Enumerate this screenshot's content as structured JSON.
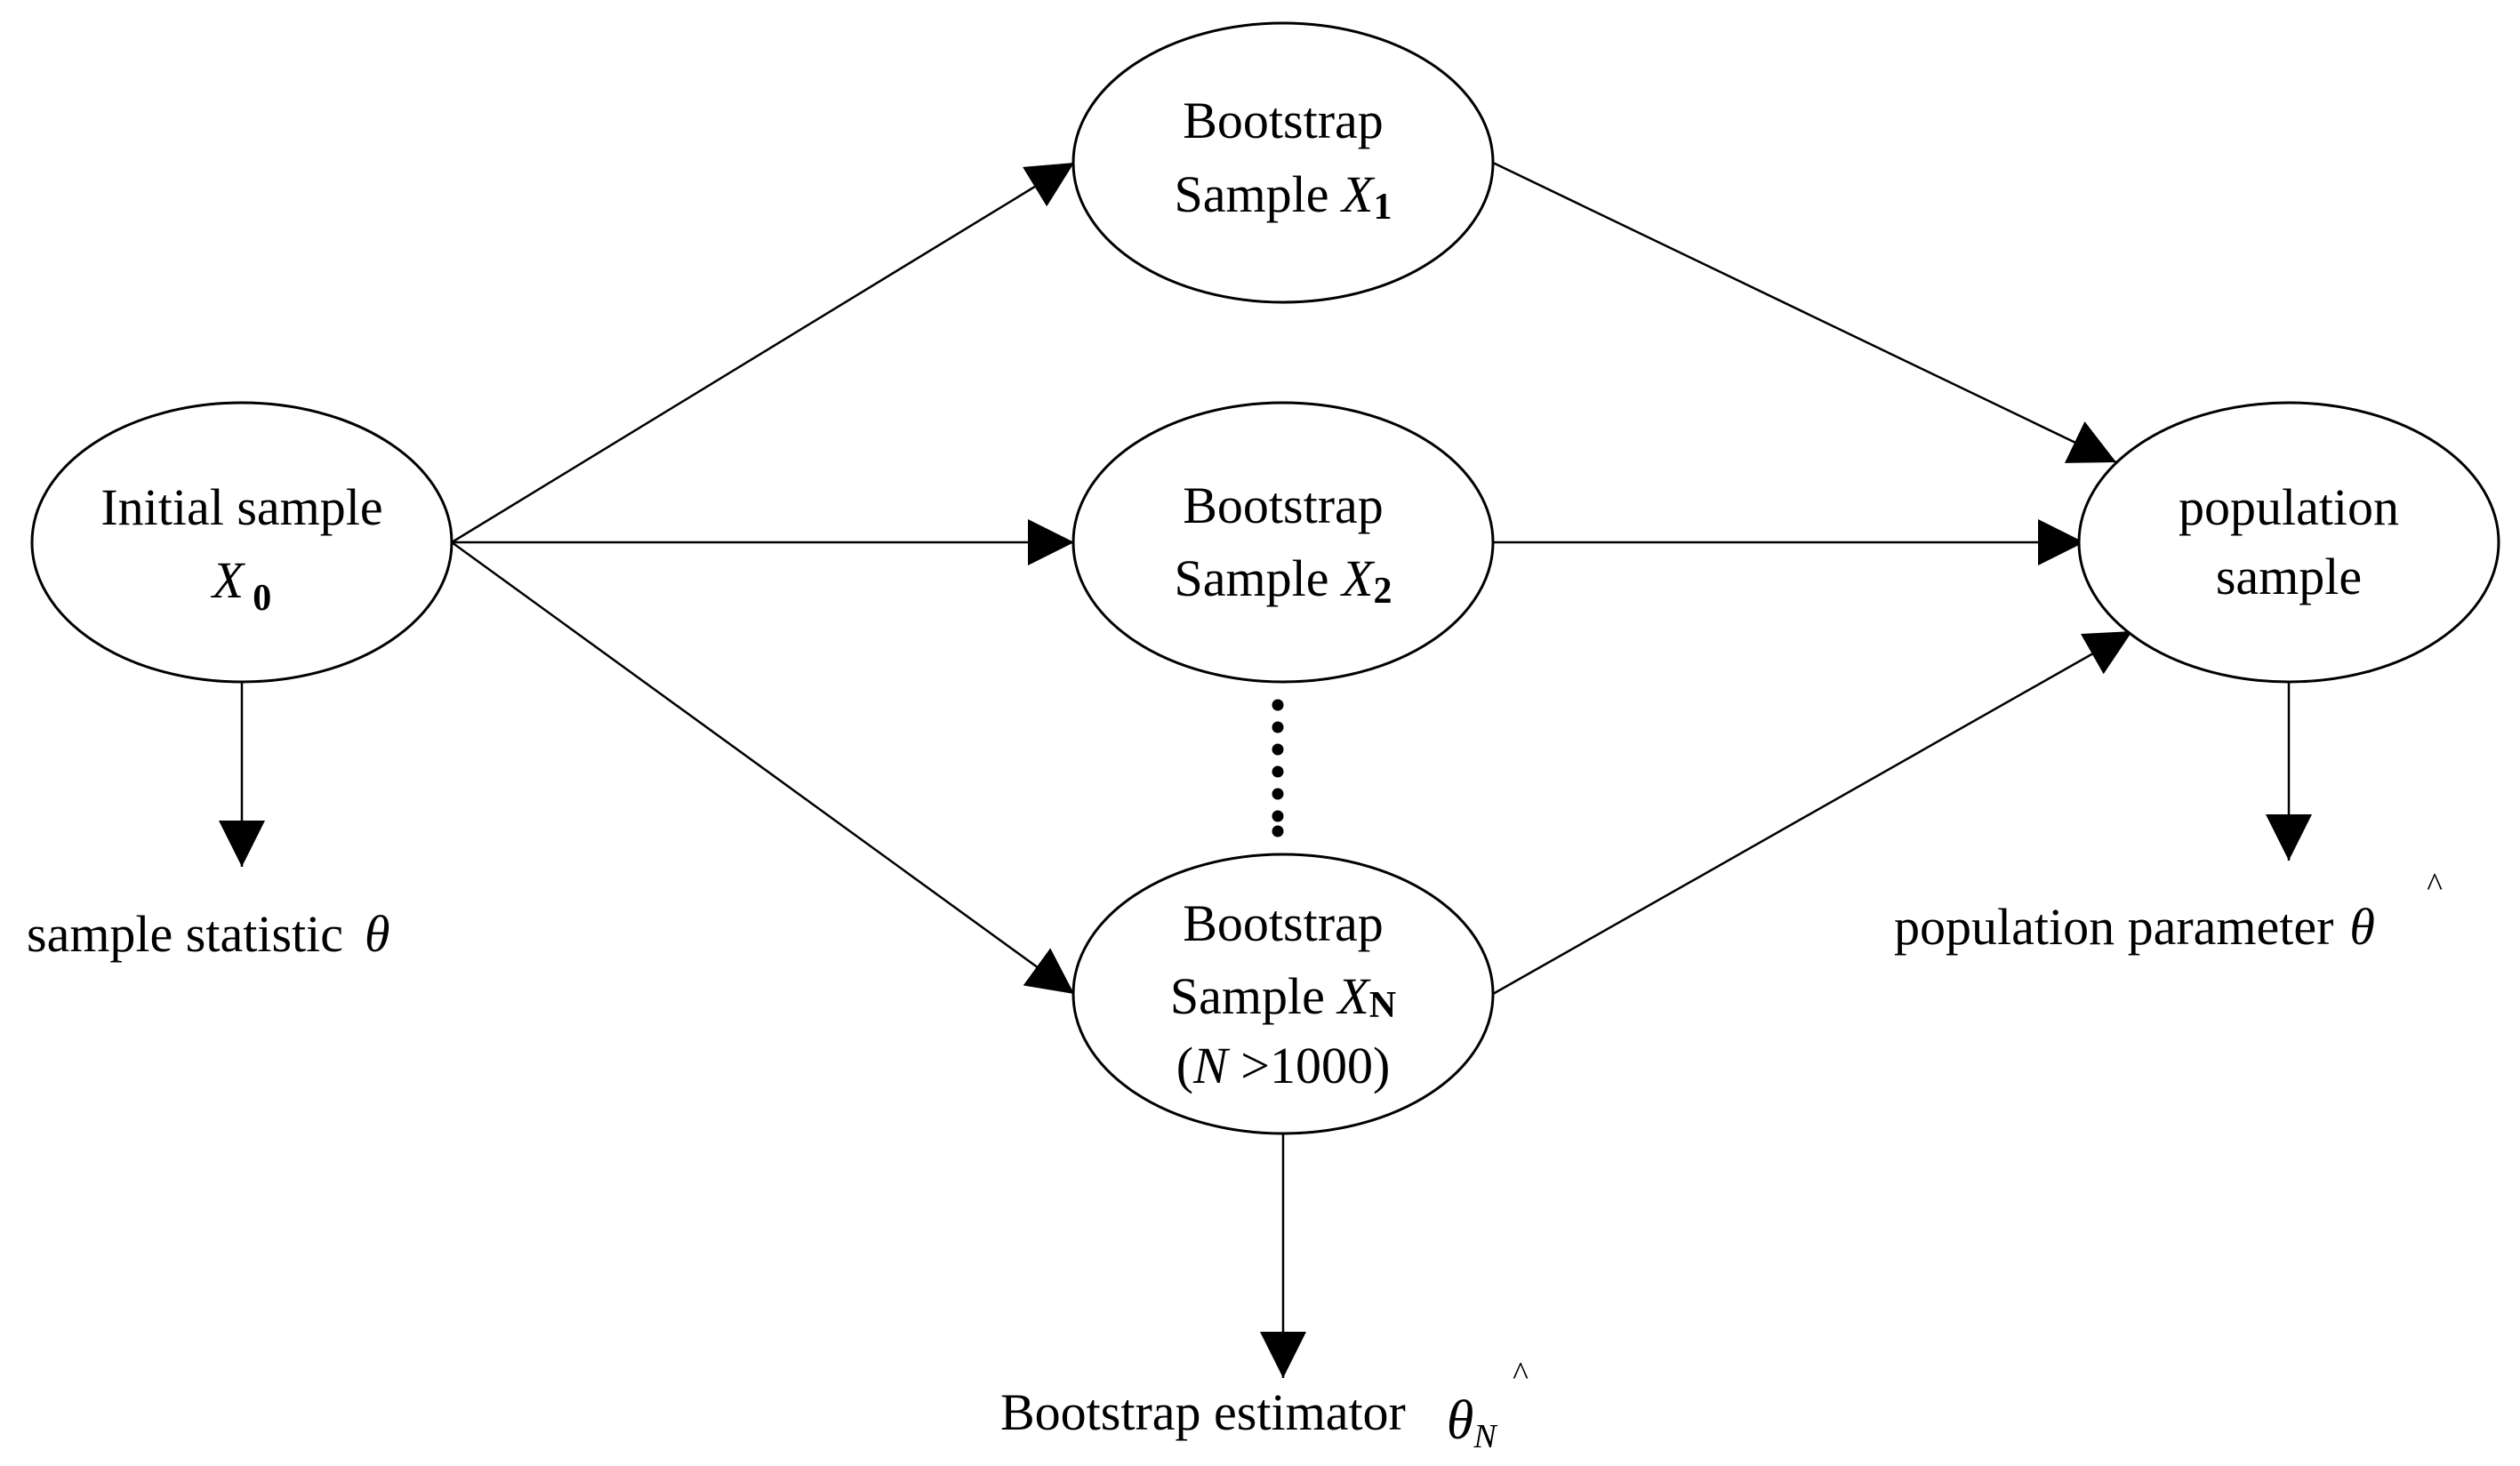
{
  "nodes": {
    "initial": {
      "line1": "Initial sample",
      "var": "X",
      "sub": "0"
    },
    "b1": {
      "line1": "Bootstrap",
      "prefix": "Sample ",
      "var": "X",
      "sub": "1"
    },
    "b2": {
      "line1": "Bootstrap",
      "prefix": "Sample ",
      "var": "X",
      "sub": "2"
    },
    "bn": {
      "line1": "Bootstrap",
      "prefix": "Sample ",
      "var": "X",
      "sub": "N",
      "cond_open": "(",
      "cond_var": "N",
      "cond_rest": " >1000)"
    },
    "population": {
      "line1": "population",
      "line2": "sample"
    }
  },
  "outputs": {
    "sample_statistic": {
      "text": "sample statistic",
      "symbol": "θ"
    },
    "population_parameter": {
      "text": "population parameter",
      "symbol": "θ",
      "hat": "^"
    },
    "bootstrap_estimator": {
      "text": "Bootstrap estimator",
      "symbol": "θ",
      "hat": "^",
      "sub": "N"
    }
  },
  "colors": {
    "stroke": "#000000",
    "background": "#ffffff"
  }
}
